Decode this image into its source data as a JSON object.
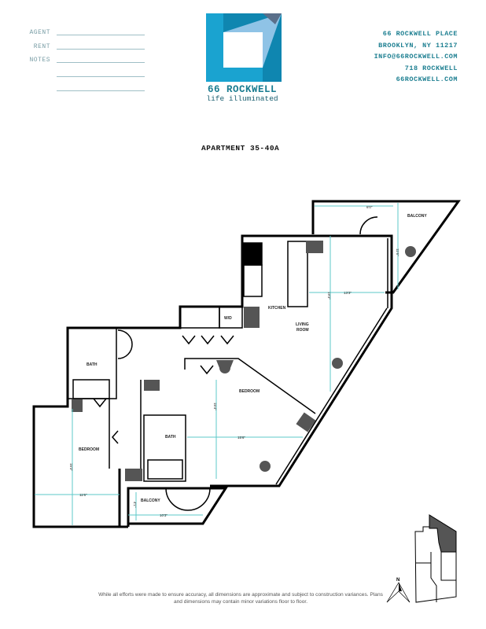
{
  "form": {
    "agent_label": "AGENT",
    "rent_label": "RENT",
    "notes_label": "NOTES"
  },
  "brand": {
    "name": "66 ROCKWELL",
    "tagline": "life illuminated",
    "colors": {
      "logo_blue": "#1aa3d0",
      "logo_dark": "#0f7fa8",
      "text_teal": "#1d7f91"
    }
  },
  "contact": {
    "address_line1": "66 ROCKWELL PLACE",
    "address_line2": "BROOKLYN, NY 11217",
    "email": "INFO@66ROCKWELL.COM",
    "phone": "718 ROCKWELL",
    "website": "66ROCKWELL.COM"
  },
  "apartment_title": "APARTMENT 35-40A",
  "floorplan": {
    "rooms": {
      "kitchen": "KITCHEN",
      "living_1": "LIVING",
      "living_2": "ROOM",
      "bedroom_main": "BEDROOM",
      "bedroom_left": "BEDROOM",
      "bath_top": "BATH",
      "bath_mid": "BATH",
      "wd": "W/D",
      "balcony_top": "BALCONY",
      "balcony_bottom": "BALCONY"
    },
    "dimensions": {
      "balcony_top_width": "6'0\"",
      "balcony_top_depth": "11'6\"",
      "living_width": "13'3\"",
      "living_length": "19'3\"",
      "bedroom_main_width": "15'6\"",
      "bedroom_main_length": "15'4\"",
      "bedroom_left_width": "11'6\"",
      "bedroom_left_length": "15'3\"",
      "balcony_bottom_depth": "4'1\"",
      "balcony_bottom_width": "10'3\""
    },
    "dimension_color": "#5cc8c8",
    "compass_label": "N"
  },
  "disclaimer": "While all efforts were made to ensure accuracy, all dimensions are approximate and subject to construction variances. Plans and dimensions may contain minor variations floor to floor."
}
